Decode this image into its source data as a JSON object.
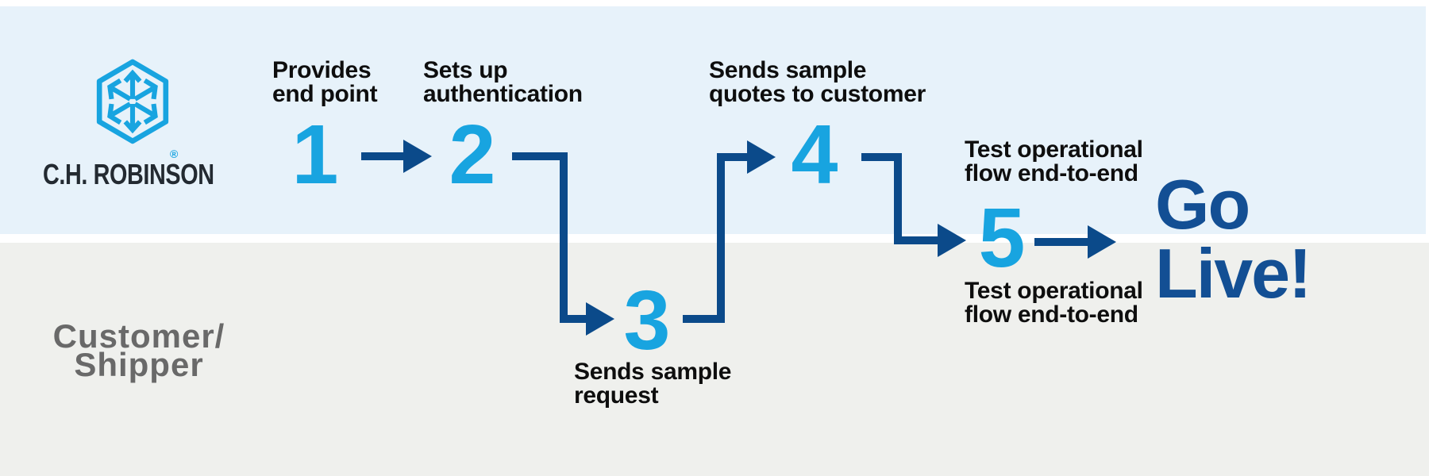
{
  "brand": {
    "wordmark": "C.H. ROBINSON",
    "logo_icon": "hexagon-arrows-logo",
    "registered_mark": "®"
  },
  "lanes": {
    "top_owner_hint": "C.H. Robinson (brand logo)",
    "bottom_label_lines": [
      "Customer/",
      "Shipper"
    ]
  },
  "steps": [
    {
      "number": "1",
      "label_lines": [
        "Provides",
        "end point"
      ]
    },
    {
      "number": "2",
      "label_lines": [
        "Sets up",
        "authentication"
      ]
    },
    {
      "number": "3",
      "label_lines": [
        "Sends sample",
        "request"
      ]
    },
    {
      "number": "4",
      "label_lines": [
        "Sends sample",
        "quotes to customer"
      ]
    },
    {
      "number": "5",
      "label_top_lines": [
        "Test operational",
        "flow end-to-end"
      ],
      "label_bottom_lines": [
        "Test operational",
        "flow end-to-end"
      ]
    }
  ],
  "finale": {
    "lines": [
      "Go",
      "Live!"
    ]
  },
  "colors": {
    "accent_blue": "#18a4e0",
    "navy": "#0b4a8a",
    "go_live": "#134f94",
    "lane_top": "#e7f2fa",
    "lane_bottom": "#eff0ed",
    "label_text": "#0e0e0e",
    "shipper_gray": "#696969",
    "wordmark": "#232a31"
  }
}
